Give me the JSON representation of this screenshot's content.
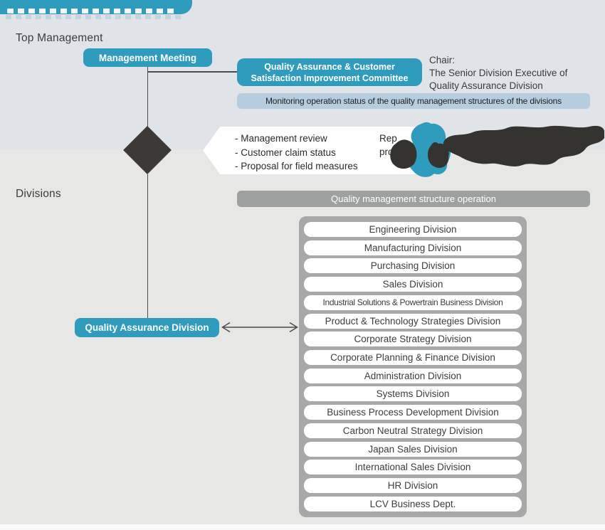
{
  "sections": {
    "top_label": "Top Management",
    "bottom_label": "Divisions"
  },
  "top_management": {
    "management_meeting_label": "Management Meeting",
    "committee_line1": "Quality Assurance & Customer",
    "committee_line2": "Satisfaction Improvement Committee",
    "chair_lines": [
      "Chair:",
      "The Senior Division Executive of",
      "Quality Assurance Division"
    ],
    "monitoring_label": "Monitoring operation status of the quality management structures of the divisions"
  },
  "review_note": {
    "items": [
      "- Management review",
      "- Customer claim status",
      "- Proposal for field measures"
    ],
    "partial_fragments": [
      "Rep",
      "pro"
    ]
  },
  "divisions_section": {
    "structure_bar_label": "Quality management structure operation",
    "qa_division_label": "Quality Assurance Division",
    "division_list": [
      "Engineering Division",
      "Manufacturing Division",
      "Purchasing Division",
      "Sales Division",
      "Industrial Solutions & Powertrain Business Division",
      "Product & Technology Strategies Division",
      "Corporate Strategy Division",
      "Corporate Planning & Finance Division",
      "Administration Division",
      "Systems Division",
      "Business Process Development Division",
      "Carbon Neutral Strategy Division",
      "Japan Sales Division",
      "International Sales Division",
      "HR Division",
      "LCV Business Dept."
    ]
  },
  "colors": {
    "teal": "#2f9cbe",
    "monitoring_bar": "#b6cde0",
    "gray_bar": "#9e9f9f",
    "list_container": "#a7a8a7",
    "dark_shape": "#3c3a37",
    "top_background": "#e0e4e9",
    "bottom_background": "#e7e7e5"
  }
}
